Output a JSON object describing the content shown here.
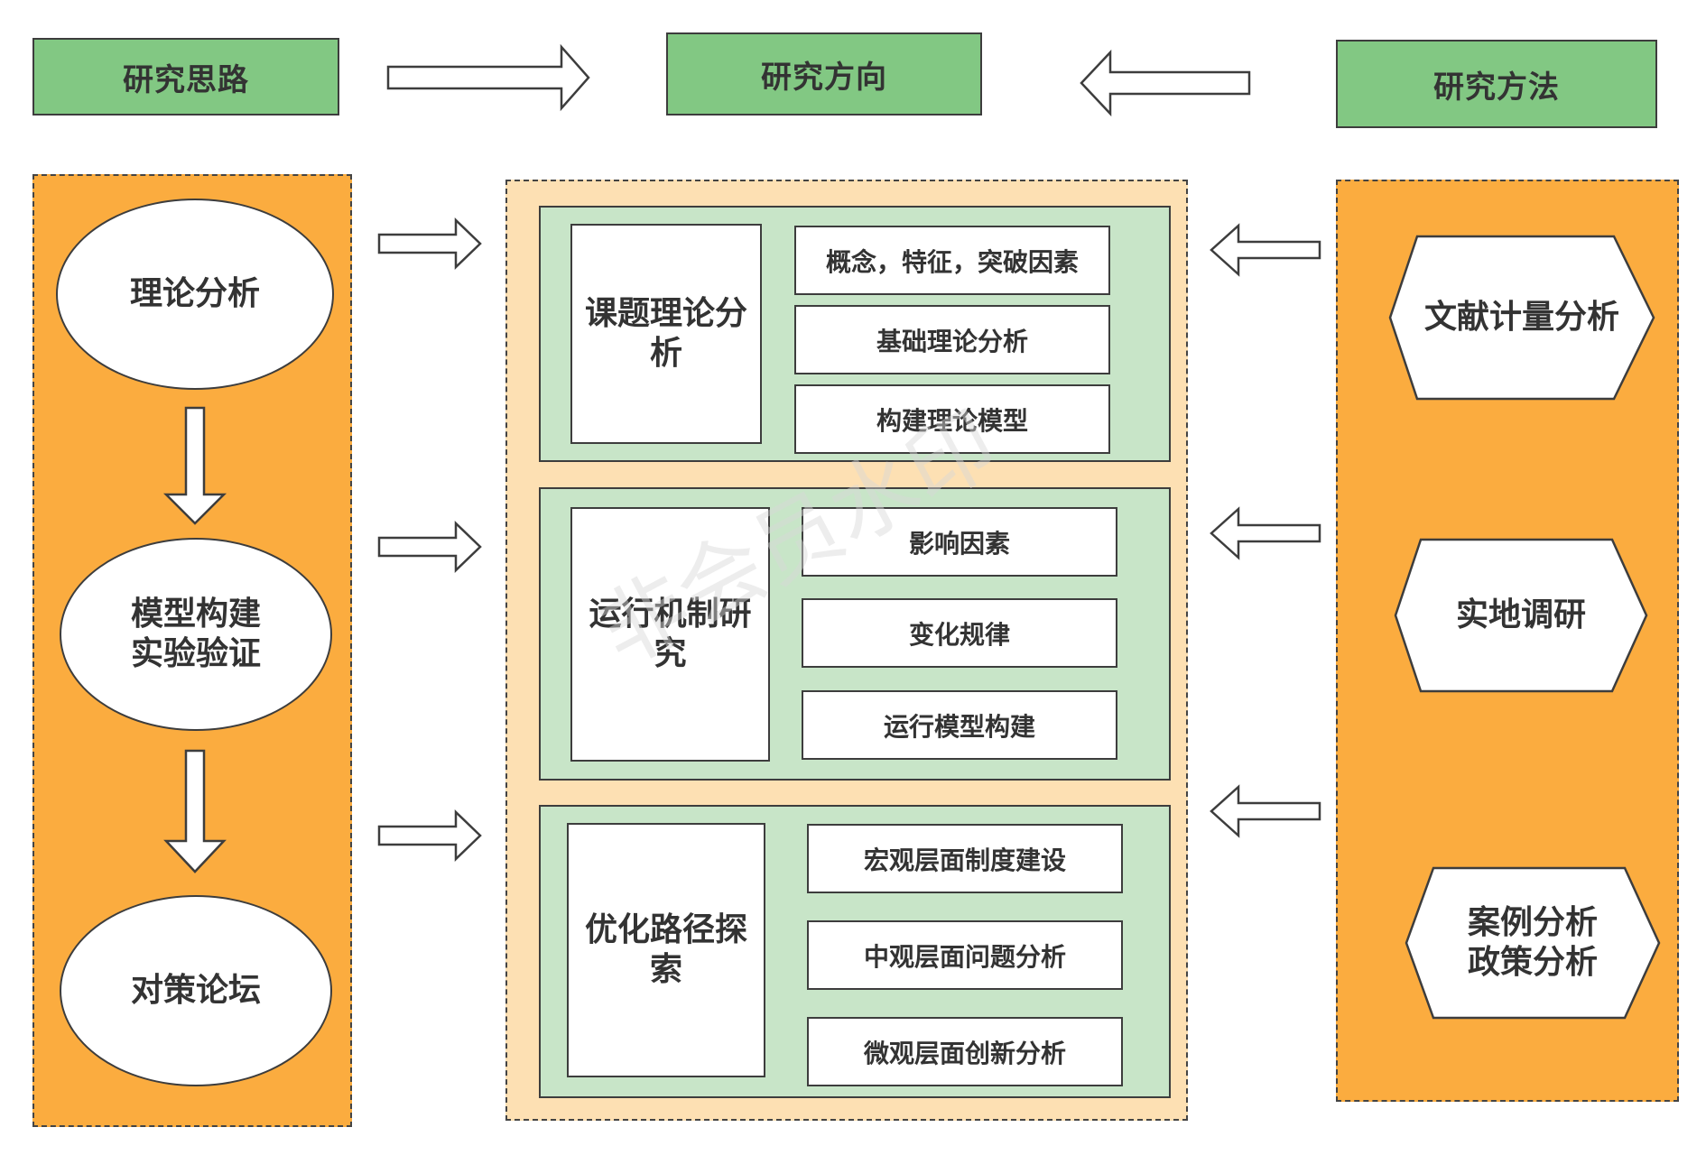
{
  "headers": {
    "left": "研究思路",
    "center": "研究方向",
    "right": "研究方法"
  },
  "left_column": {
    "steps": [
      "理论分析",
      "模型构建\n实验验证",
      "对策论坛"
    ]
  },
  "center_column": {
    "panels": [
      {
        "title": "课题理论分\n析",
        "items": [
          "概念，特征，突破因素",
          "基础理论分析",
          "构建理论模型"
        ]
      },
      {
        "title": "运行机制研\n究",
        "items": [
          "影响因素",
          "变化规律",
          "运行模型构建"
        ]
      },
      {
        "title": "优化路径探\n索",
        "items": [
          "宏观层面制度建设",
          "中观层面问题分析",
          "微观层面创新分析"
        ]
      }
    ]
  },
  "right_column": {
    "methods": [
      "文献计量分析",
      "实地调研",
      "案例分析\n政策分析"
    ]
  },
  "watermark": "非会员水印",
  "colors": {
    "header_green": "#82c883",
    "orange": "#fbac3f",
    "light_orange": "#fde0b3",
    "light_green": "#c8e5c8",
    "border": "#3d3d3d"
  }
}
